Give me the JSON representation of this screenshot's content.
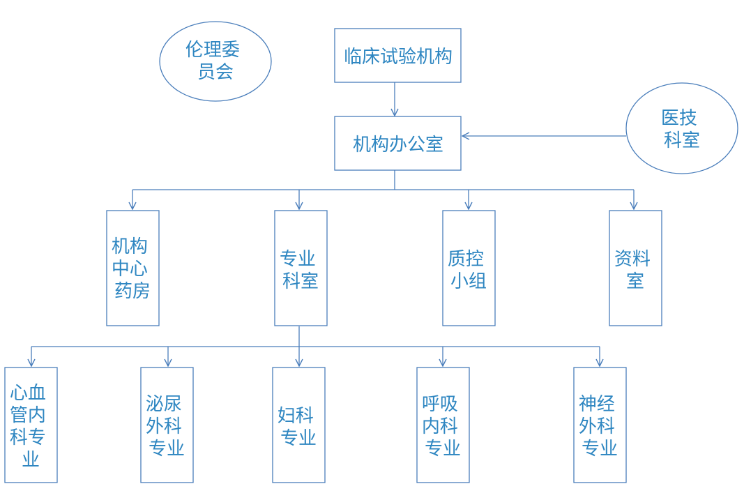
{
  "colors": {
    "stroke": "#4A7EBB",
    "text": "#2E86C1",
    "fill": "#FFFFFF"
  },
  "nodes": {
    "ethics_committee": [
      "伦理委",
      "员会"
    ],
    "trial_institution": [
      "临床试验机构"
    ],
    "institution_office": [
      "机构办公室"
    ],
    "medical_tech_dept": [
      "医技",
      "科室"
    ],
    "central_pharmacy": [
      "机构",
      "中心",
      "药房"
    ],
    "specialty_dept": [
      "专业",
      "科室"
    ],
    "qc_group": [
      "质控",
      "小组"
    ],
    "records_room": [
      "资料",
      "室"
    ],
    "cardio": [
      "心血",
      "管内",
      "科专",
      "业"
    ],
    "urology": [
      "泌尿",
      "外科",
      "专业"
    ],
    "gynecology": [
      "妇科",
      "专业"
    ],
    "respiratory": [
      "呼吸",
      "内科",
      "专业"
    ],
    "neurosurgery": [
      "神经",
      "外科",
      "专业"
    ]
  }
}
